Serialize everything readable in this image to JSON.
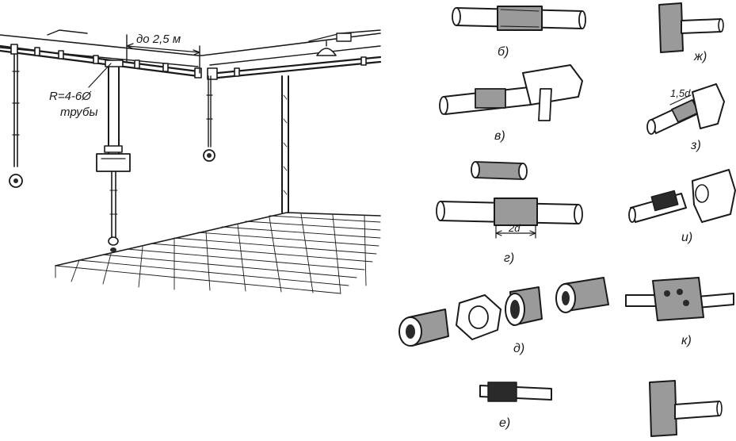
{
  "labels": {
    "dimension_length": "до  2,5 м",
    "bend_radius_line1": "R=4-6Ø",
    "bend_radius_line2": "трубы",
    "dim_1_5d": "1,5d",
    "dim_2d": "2d",
    "fig_b": "б)",
    "fig_v": "в)",
    "fig_g": "г)",
    "fig_d": "д)",
    "fig_e": "е)",
    "fig_zh": "ж)",
    "fig_z": "з)",
    "fig_i": "и)",
    "fig_k": "к)"
  },
  "colors": {
    "ink": "#1a1a1a",
    "shade": "#9a9a9a",
    "background": "#ffffff"
  }
}
